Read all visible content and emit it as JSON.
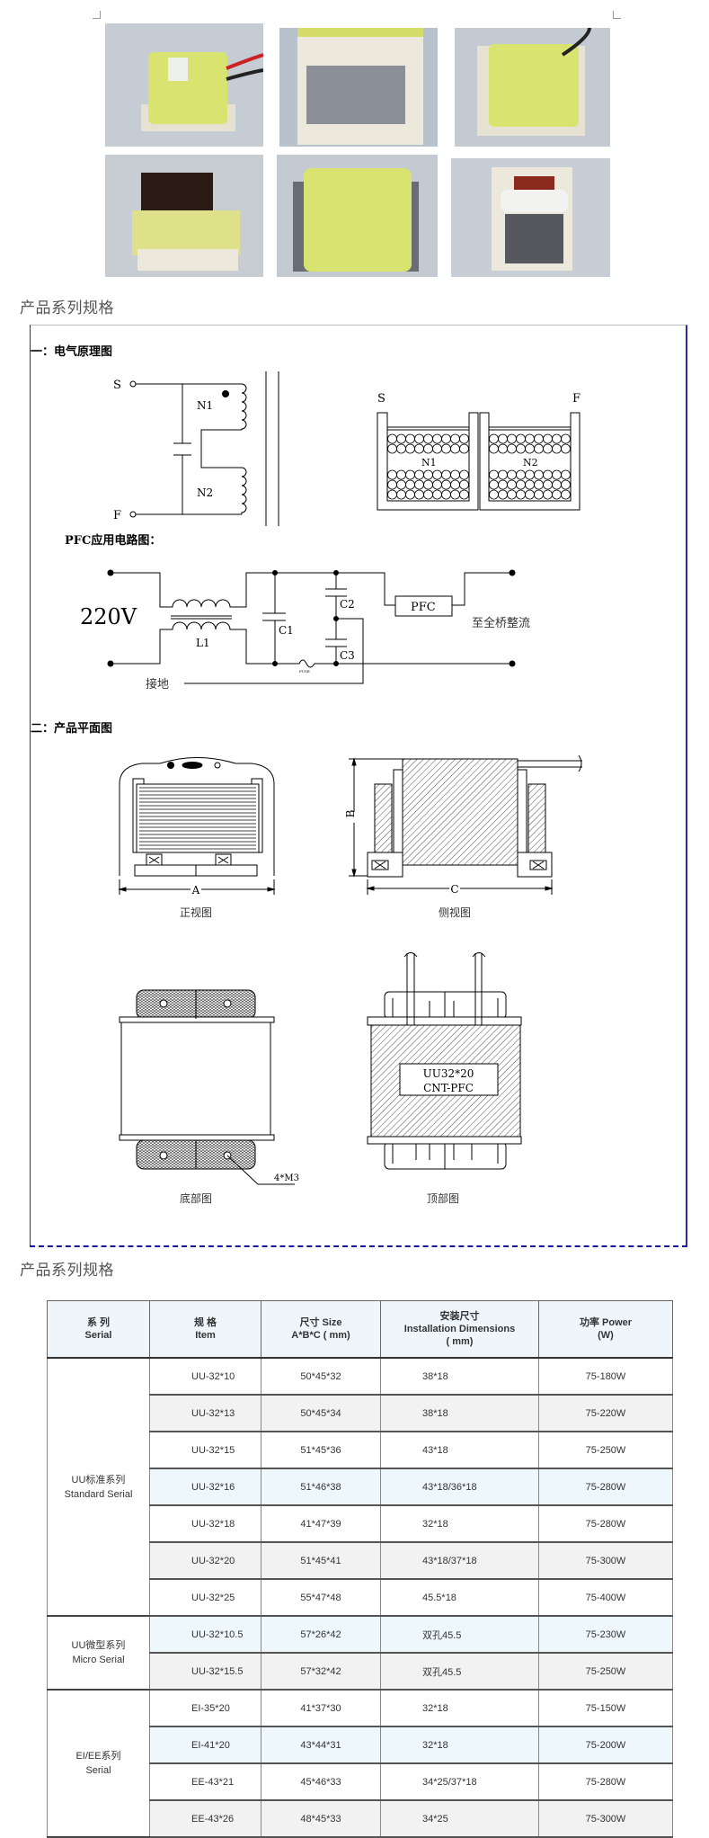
{
  "photos": [
    {
      "name": "photo-transformer-1"
    },
    {
      "name": "photo-transformer-2"
    },
    {
      "name": "photo-transformer-3"
    },
    {
      "name": "photo-transformer-4"
    },
    {
      "name": "photo-transformer-5"
    },
    {
      "name": "photo-transformer-6"
    }
  ],
  "section1_title": "产品系列规格",
  "section2_title": "产品系列规格",
  "schematic": {
    "heading": "一：电气原理图",
    "terminal_s": "S",
    "terminal_f": "F",
    "winding_n1": "N1",
    "winding_n2": "N2",
    "bobbin_s": "S",
    "bobbin_f": "F",
    "bobbin_n1": "N1",
    "bobbin_n2": "N2"
  },
  "pfc": {
    "heading": "PFC应用电路图：",
    "voltage": "220V",
    "inductor": "L1",
    "c1": "C1",
    "c2": "C2",
    "c3": "C3",
    "fuse": "FUSE",
    "block": "PFC",
    "output": "至全桥整流",
    "ground": "接地"
  },
  "plan": {
    "heading": "二：产品平面图",
    "dim_a": "A",
    "dim_b": "B",
    "dim_c": "C",
    "front_view": "正视图",
    "side_view": "侧视图",
    "bottom_view": "底部图",
    "top_view": "顶部图",
    "screw": "4*M3",
    "label_line1": "UU32*20",
    "label_line2": "CNT-PFC"
  },
  "table": {
    "headers": [
      [
        "系 列",
        "Serial"
      ],
      [
        "规 格",
        "Item"
      ],
      [
        "尺寸 Size",
        "A*B*C ( mm)"
      ],
      [
        "安装尺寸",
        "Installation Dimensions",
        "( mm)"
      ],
      [
        "功率 Power",
        "(W)"
      ]
    ],
    "groups": [
      {
        "series_cn": "UU标准系列",
        "series_en": "Standard  Serial",
        "rows": [
          {
            "item": "UU-32*10",
            "size": "50*45*32",
            "install": "38*18",
            "power": "75-180W",
            "bg": "white"
          },
          {
            "item": "UU-32*13",
            "size": "50*45*34",
            "install": "38*18",
            "power": "75-220W",
            "bg": "gray"
          },
          {
            "item": "UU-32*15",
            "size": "51*45*36",
            "install": "43*18",
            "power": "75-250W",
            "bg": "white"
          },
          {
            "item": "UU-32*16",
            "size": "51*46*38",
            "install": "43*18/36*18",
            "power": "75-280W",
            "bg": "blue"
          },
          {
            "item": "UU-32*18",
            "size": "41*47*39",
            "install": "32*18",
            "power": "75-280W",
            "bg": "white"
          },
          {
            "item": "UU-32*20",
            "size": "51*45*41",
            "install": "43*18/37*18",
            "power": "75-300W",
            "bg": "gray"
          },
          {
            "item": "UU-32*25",
            "size": "55*47*48",
            "install": "45.5*18",
            "power": "75-400W",
            "bg": "white"
          }
        ]
      },
      {
        "series_cn": "UU微型系列",
        "series_en": "Micro Serial",
        "rows": [
          {
            "item": "UU-32*10.5",
            "size": "57*26*42",
            "install": "双孔45.5",
            "power": "75-230W",
            "bg": "blue"
          },
          {
            "item": "UU-32*15.5",
            "size": "57*32*42",
            "install": "双孔45.5",
            "power": "75-250W",
            "bg": "gray"
          }
        ]
      },
      {
        "series_cn": "EI/EE系列",
        "series_en": "Serial",
        "rows": [
          {
            "item": "EI-35*20",
            "size": "41*37*30",
            "install": "32*18",
            "power": "75-150W",
            "bg": "white"
          },
          {
            "item": "EI-41*20",
            "size": "43*44*31",
            "install": "32*18",
            "power": "75-200W",
            "bg": "blue"
          },
          {
            "item": "EE-43*21",
            "size": "45*46*33",
            "install": "34*25/37*18",
            "power": "75-280W",
            "bg": "white"
          },
          {
            "item": "EE-43*26",
            "size": "48*45*33",
            "install": "34*25",
            "power": "75-300W",
            "bg": "gray"
          }
        ]
      }
    ]
  },
  "colors": {
    "border_blue": "#2a2aa8",
    "header_bg": "#eef6fb",
    "row_gray": "#f2f2f2",
    "row_blue": "#eef7fc",
    "tape_yellow": "#d9e36f"
  }
}
